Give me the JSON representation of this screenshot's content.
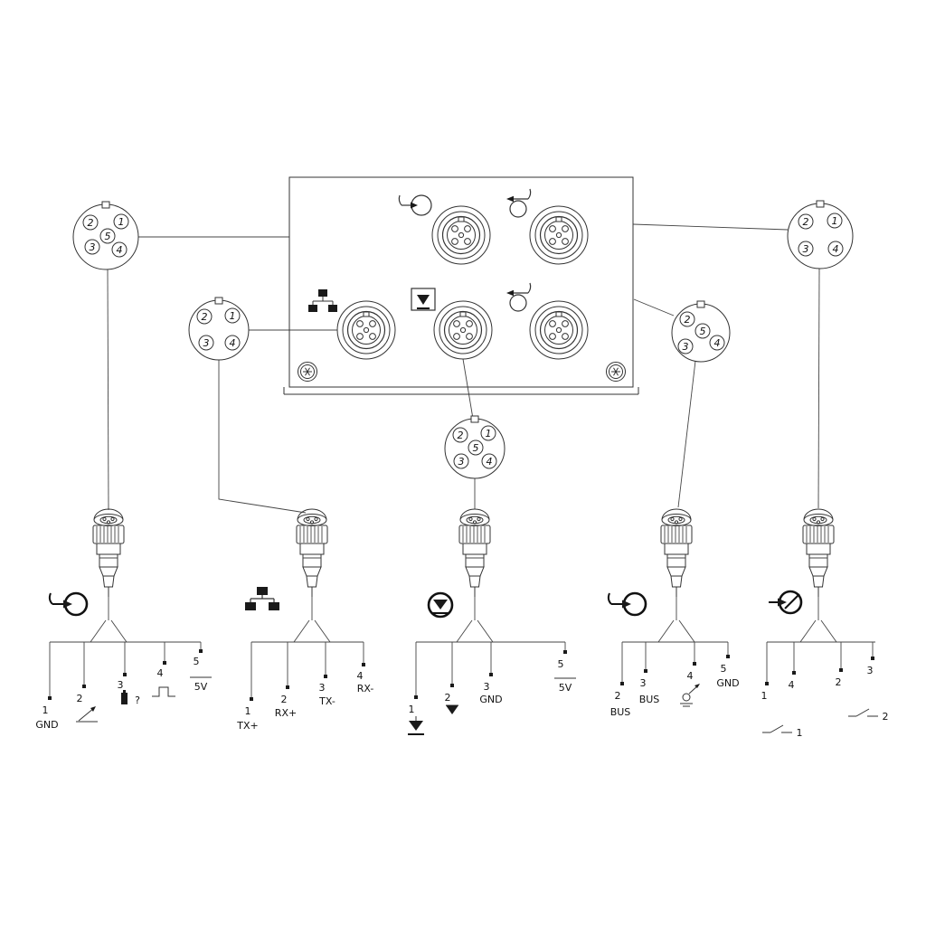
{
  "device": {
    "name": "connection-box"
  },
  "pinouts": {
    "left": {
      "pins": [
        "2",
        "1",
        "5",
        "3",
        "4"
      ]
    },
    "mid_left": {
      "pins": [
        "2",
        "1",
        "3",
        "4"
      ]
    },
    "center": {
      "pins": [
        "2",
        "1",
        "5",
        "3",
        "4"
      ]
    },
    "mid_right": {
      "pins": [
        "2",
        "5",
        "3",
        "4"
      ]
    },
    "right": {
      "pins": [
        "2",
        "1",
        "3",
        "4"
      ]
    }
  },
  "cables": {
    "io": {
      "pins": [
        "1",
        "2",
        "3",
        "4",
        "5"
      ],
      "gnd": "GND",
      "question": "?",
      "v5": "5V"
    },
    "ethernet": {
      "pins": [
        "1",
        "2",
        "3",
        "4"
      ],
      "labels": [
        "TX+",
        "RX+",
        "TX-",
        "RX-"
      ]
    },
    "power": {
      "pins": [
        "1",
        "2",
        "3",
        "5"
      ],
      "gnd": "GND",
      "v5": "5V"
    },
    "bus": {
      "pins": [
        "2",
        "3",
        "4",
        "5"
      ],
      "bus2": "BUS",
      "bus3": "BUS",
      "gnd": "GND"
    },
    "switch": {
      "pins": [
        "1",
        "4",
        "2",
        "3"
      ],
      "sw1": "1",
      "sw2": "2"
    }
  }
}
